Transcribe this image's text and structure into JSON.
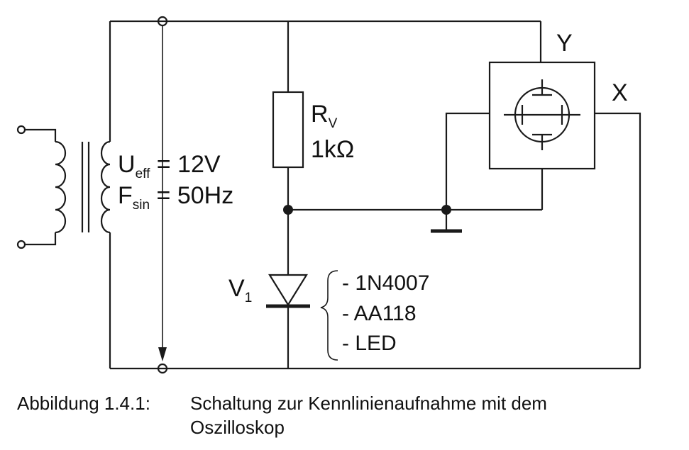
{
  "source": {
    "u_main": "U",
    "u_sub": "eff",
    "u_value": " = 12V",
    "f_main": "F",
    "f_sub": "sin",
    "f_value": " = 50Hz"
  },
  "resistor": {
    "main": "R",
    "sub": "V",
    "value": "1kΩ"
  },
  "diode": {
    "main": "V",
    "sub": "1",
    "variants": [
      "- 1N4007",
      "- AA118",
      "- LED"
    ]
  },
  "oscilloscope": {
    "y_label": "Y",
    "x_label": "X"
  },
  "caption": {
    "number": "Abbildung 1.4.1:",
    "text": "Schaltung zur Kennlinienaufnahme mit dem Oszilloskop"
  }
}
